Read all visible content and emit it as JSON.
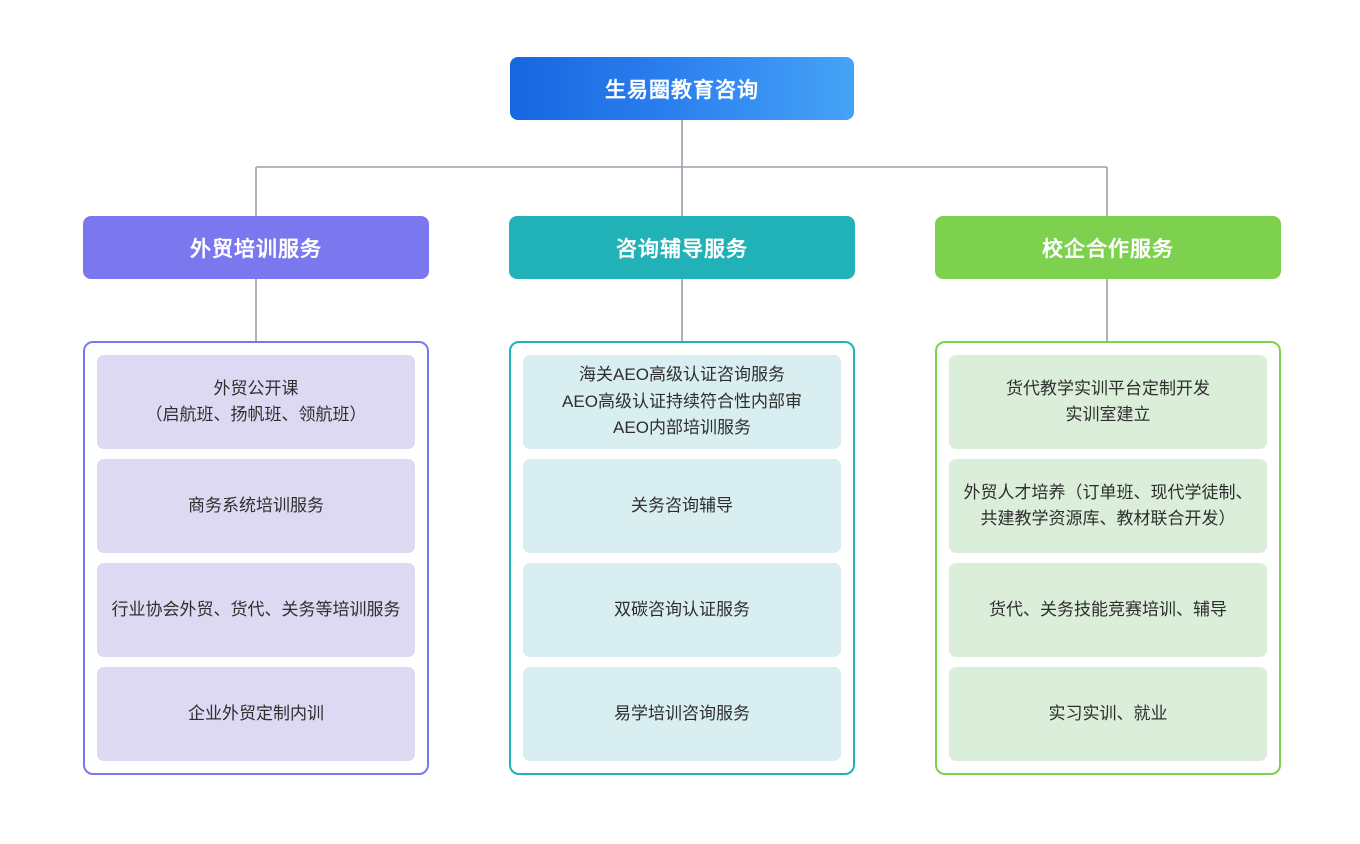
{
  "diagram": {
    "type": "organization-tree",
    "root": {
      "label": "生易圈教育咨询",
      "gradient_from": "#1667e0",
      "gradient_to": "#45a3f7",
      "text_color": "#ffffff"
    },
    "connector_color": "#9aa0aa",
    "branches": [
      {
        "header": "外贸培训服务",
        "accent": "#7b78ef",
        "item_fill": "#ddd9f3",
        "items": [
          "外贸公开课\n（启航班、扬帆班、领航班）",
          "商务系统培训服务",
          "行业协会外贸、货代、关务等培训服务",
          "企业外贸定制内训"
        ]
      },
      {
        "header": "咨询辅导服务",
        "accent": "#20b2b6",
        "item_fill": "#d9eef0",
        "items": [
          "海关AEO高级认证咨询服务\nAEO高级认证持续符合性内部审\nAEO内部培训服务",
          "关务咨询辅导",
          "双碳咨询认证服务",
          "易学培训咨询服务"
        ]
      },
      {
        "header": "校企合作服务",
        "accent": "#7ed04f",
        "item_fill": "#daeeda",
        "items": [
          "货代教学实训平台定制开发\n实训室建立",
          "外贸人才培养（订单班、现代学徒制、共建教学资源库、教材联合开发）",
          "货代、关务技能竞赛培训、辅导",
          "实习实训、就业"
        ]
      }
    ]
  }
}
